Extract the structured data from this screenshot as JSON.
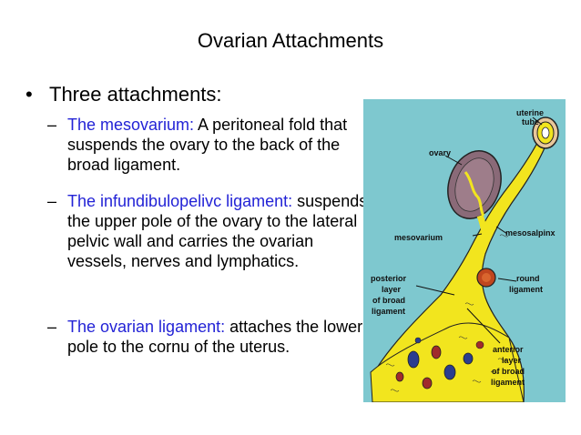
{
  "slide": {
    "title": "Ovarian Attachments",
    "bullet": "Three attachments:",
    "items": [
      {
        "term": "The mesovarium:",
        "text": " A peritoneal fold that suspends the ovary to the back of the broad ligament."
      },
      {
        "term": "The infundibulopelivc ligament:",
        "text": " suspends the upper pole of the ovary to the lateral pelvic wall and carries the ovarian vessels, nerves and lymphatics."
      },
      {
        "term": "The ovarian ligament:",
        "text": " attaches the lower pole to the cornu of the uterus."
      }
    ]
  },
  "diagram": {
    "labels": {
      "uterine_tube_1": "uterine",
      "uterine_tube_2": "tube",
      "ovary": "ovary",
      "mesovarium": "mesovarium",
      "mesosalpinx": "mesosalpinx",
      "posterior_1": "posterior",
      "posterior_2": "layer",
      "posterior_3": "of broad",
      "posterior_4": "ligament",
      "round_1": "round",
      "round_2": "ligament",
      "anterior_1": "anterior",
      "anterior_2": "layer",
      "anterior_3": "of broad",
      "anterior_4": "ligament"
    },
    "colors": {
      "background": "#7ec8cf",
      "ligament": "#f2e51e",
      "ovary": "#8a6a78",
      "round_ligament": "#c0461e"
    }
  }
}
